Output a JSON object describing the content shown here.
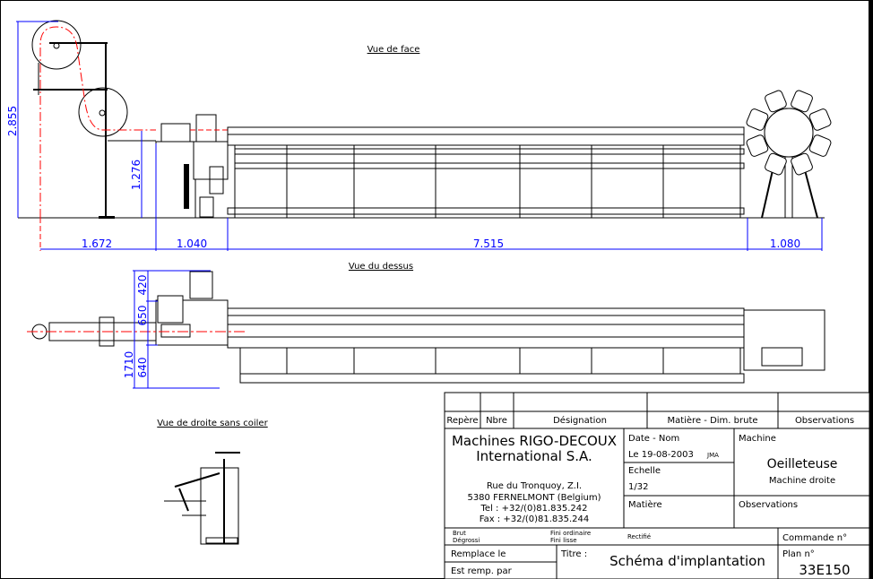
{
  "views": {
    "front": "Vue de face",
    "top": "Vue du dessus",
    "right": "Vue de droite sans coiler"
  },
  "dimensions": {
    "front_height": "2.855",
    "feed_height": "1.276",
    "coil_length": "1.672",
    "head_length": "1.040",
    "table_length": "7.515",
    "wheel_length": "1.080",
    "top_420": "420",
    "top_650": "650",
    "top_640": "640",
    "top_total": "1710"
  },
  "title_block": {
    "headers": {
      "repere": "Repère",
      "nbre": "Nbre",
      "designation": "Désignation",
      "matiere_dim": "Matière - Dim. brute",
      "observations": "Observations"
    },
    "company": {
      "name_line1": "Machines RIGO-DECOUX",
      "name_line2": "International S.A.",
      "address1": "Rue du Tronquoy, Z.I.",
      "address2": "5380 FERNELMONT (Belgium)",
      "tel": "Tel : +32/(0)81.835.242",
      "fax": "Fax : +32/(0)81.835.244"
    },
    "date_label": "Date - Nom",
    "date_value": "Le 19-08-2003",
    "author": "JMA",
    "scale_label": "Echelle",
    "scale_value": "1/32",
    "material_label": "Matière",
    "machine_label": "Machine",
    "machine_name": "Oeilleteuse",
    "machine_sub": "Machine droite",
    "observations_label": "Observations",
    "finish": {
      "brut": "Brut",
      "degrossi": "Dégrossi",
      "fini_ordinaire": "Fini ordinaire",
      "fini_lisse": "Fini lisse",
      "rectifie": "Rectifié"
    },
    "commande_label": "Commande n°",
    "remplace_label": "Remplace le",
    "est_remp_label": "Est remp. par",
    "titre_label": "Titre :",
    "titre_value": "Schéma d'implantation",
    "plan_label": "Plan n°",
    "plan_value": "33E150"
  },
  "colors": {
    "dimension": "#0000ff",
    "axis": "#ff0000",
    "line": "#000000"
  }
}
